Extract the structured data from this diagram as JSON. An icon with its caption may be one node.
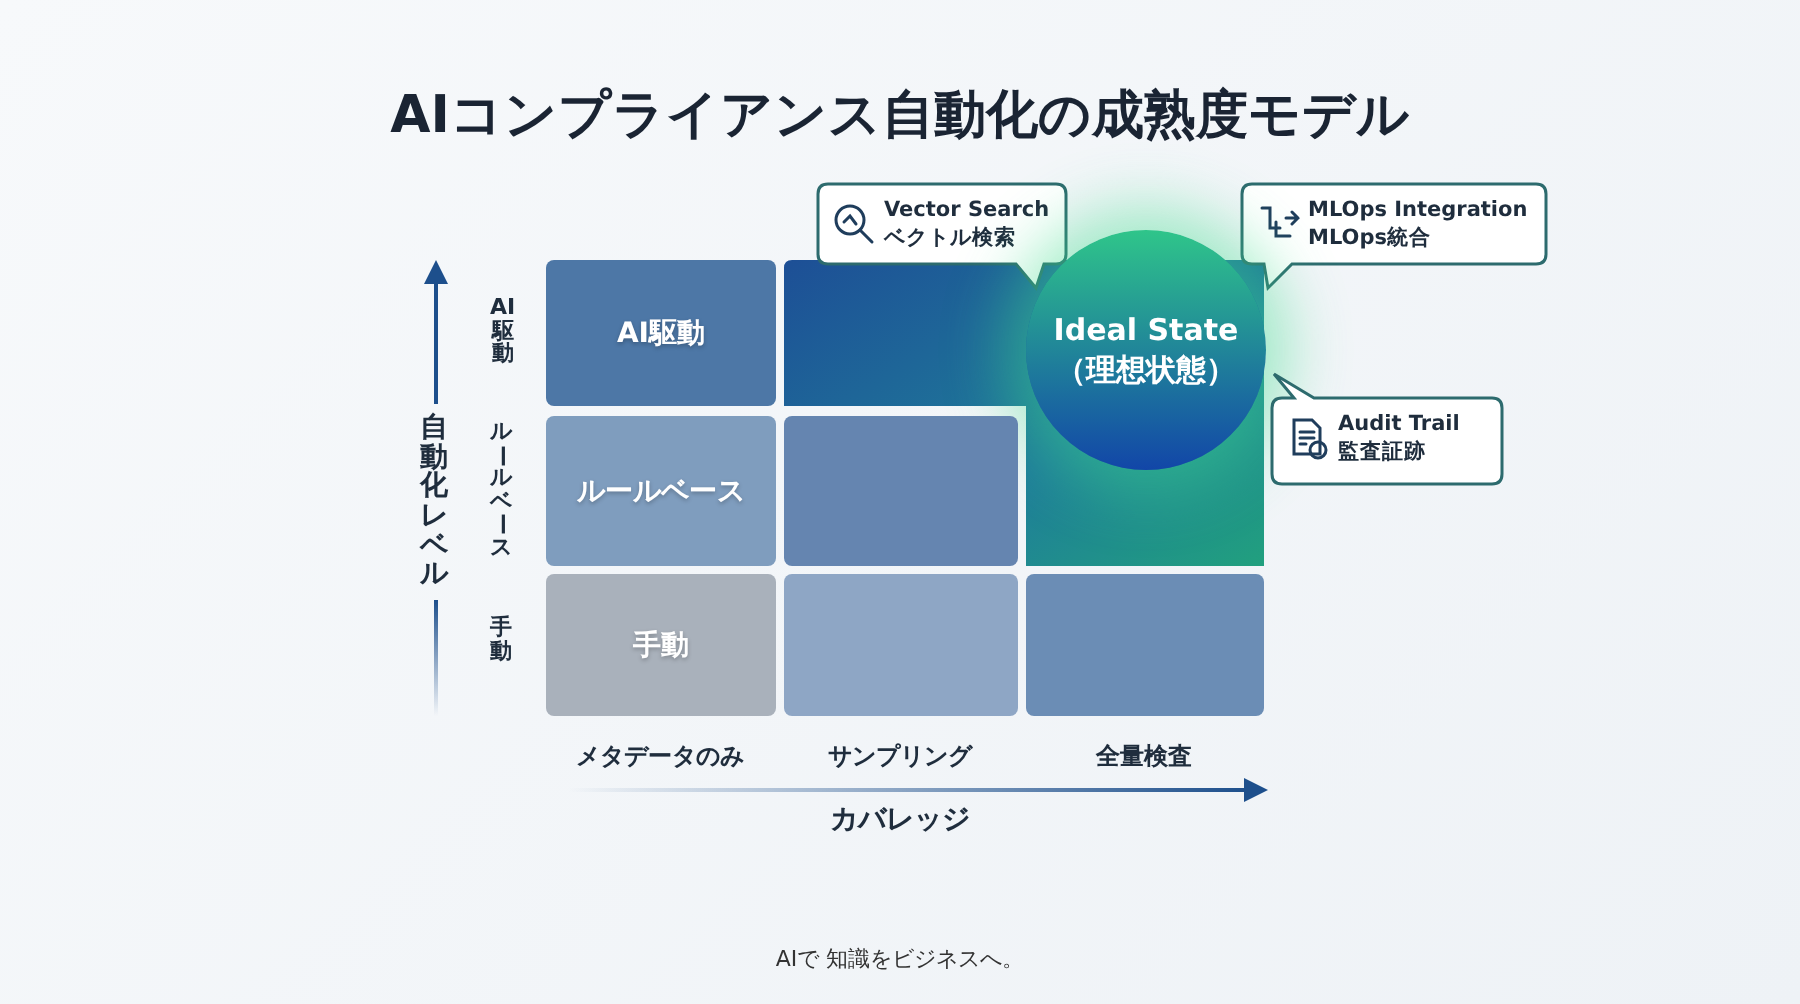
{
  "diagram": {
    "title": "AIコンプライアンス自動化の成熟度モデル",
    "nodes": [
      {
        "text": [
          "AI駆動"
        ]
      },
      {
        "text": [],
        "shape": "box"
      },
      {
        "text": [
          "Vector Search",
          "ベクトル検索"
        ]
      },
      {
        "text": [
          "MLOps Integration",
          "MLOps統合"
        ]
      },
      {
        "text": [
          "Ideal State",
          "（理想状態）"
        ]
      },
      {
        "text": [
          "Audit Trail",
          "監査証跡"
        ]
      },
      {
        "text": [
          "ルールベース"
        ]
      },
      {
        "text": [],
        "shape": "box"
      },
      {
        "text": [
          "手動"
        ]
      },
      {
        "text": [],
        "shape": "box"
      },
      {
        "text": [],
        "shape": "box"
      }
    ],
    "edges": [],
    "labels": [
      "自動化レベル",
      "AI駆動",
      "ルールベース",
      "手動",
      "メタデータのみ",
      "サンプリング",
      "全量検査",
      "カバレッジ",
      "AIで 知識をビジネスへ。"
    ]
  }
}
